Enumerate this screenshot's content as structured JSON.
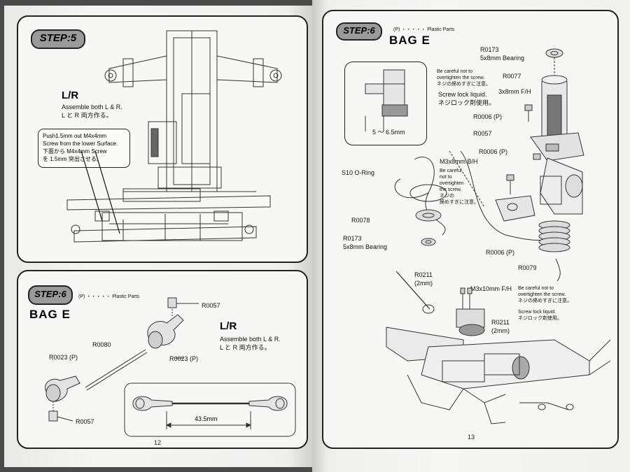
{
  "left_page": {
    "page_number": "12",
    "step5": {
      "badge": "STEP:5",
      "lr_title": "L/R",
      "lr_text_en": "Assemble both L & R.",
      "lr_text_jp": "L と R 両方作る。",
      "callout_lines": [
        "Push1.5mm out M4x4mm",
        "Screw from the lower Surface.",
        "下面から M4x4mm Screw",
        "を 1.5mm 突出させる。"
      ]
    },
    "step6": {
      "badge": "STEP:6",
      "plastic_note": "(P) ・・・・・ Plastic Parts",
      "bag": "BAG E",
      "lr_title": "L/R",
      "lr_text_en": "Assemble both L & R.",
      "lr_text_jp": "L と R 両方作る。",
      "parts": {
        "r0057_top": "R0057",
        "r0080": "R0080",
        "r0023p_left": "R0023 (P)",
        "r0023p_right": "R0023 (P)",
        "r0057_bottom": "R0057"
      },
      "dimension": "43.5mm"
    }
  },
  "right_page": {
    "page_number": "13",
    "badge": "STEP:6",
    "plastic_note": "(P) ・・・・・ Plastic Parts",
    "bag": "BAG E",
    "inset_dimension": "5 ～ 6.5mm",
    "labels": {
      "r0173_top": "R0173",
      "bearing_top": "5x8mm Bearing",
      "r0077": "R0077",
      "screw_fh": "3x8mm F/H",
      "careful1_en": "Be careful not to",
      "careful1_en2": "overtighten the screw.",
      "careful1_jp": "ネジの締めすぎに注意。",
      "locklq_en": "Screw lock liquid.",
      "locklq_jp": "ネジロック剤使用。",
      "r0006p_a": "R0006 (P)",
      "r0057": "R0057",
      "r0006p_b": "R0006 (P)",
      "m3x8_bh": "M3x8mm B/H",
      "careful2_lines": [
        "Be careful",
        "not to",
        "overtighten",
        "the screw.",
        "ネジの",
        "締めすぎに注意。"
      ],
      "s10_oring": "S10 O-Ring",
      "r0078": "R0078",
      "r0173_bottom": "R0173",
      "bearing_bottom": "5x8mm Bearing",
      "r0006p_c": "R0006 (P)",
      "r0079": "R0079",
      "r0211_left": "R0211",
      "r0211_left_size": "(2mm)",
      "m3x10_fh": "M3x10mm F/H",
      "careful3_en": "Be careful not to",
      "careful3_en2": "overtighten the screw.",
      "careful3_jp": "ネジの締めすぎに注意。",
      "locklq2_en": "Screw lock liquid.",
      "locklq2_jp": "ネジロック剤使用。",
      "r0211_right": "R0211",
      "r0211_right_size": "(2mm)"
    }
  }
}
